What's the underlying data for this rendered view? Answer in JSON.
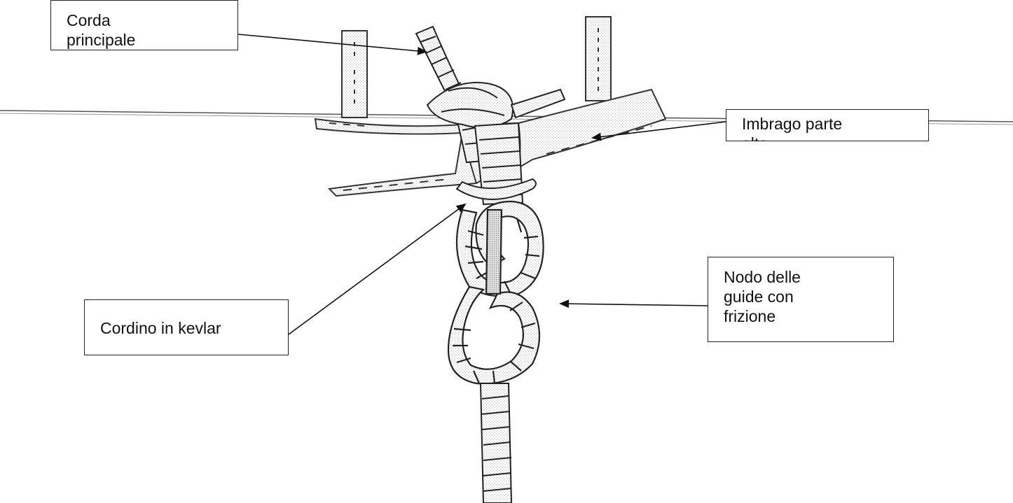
{
  "labels": {
    "corda": "Corda\nprincipale",
    "imbrago": "Imbrago parte\nalta",
    "cordino": "Cordino in kevlar",
    "nodo": "Nodo delle\nguide con\nfrizione"
  },
  "colors": {
    "ink": "#1a1a1a",
    "rope_fill": "#f2f2f2",
    "shade": "#bdbdbd",
    "background": "#ffffff"
  }
}
